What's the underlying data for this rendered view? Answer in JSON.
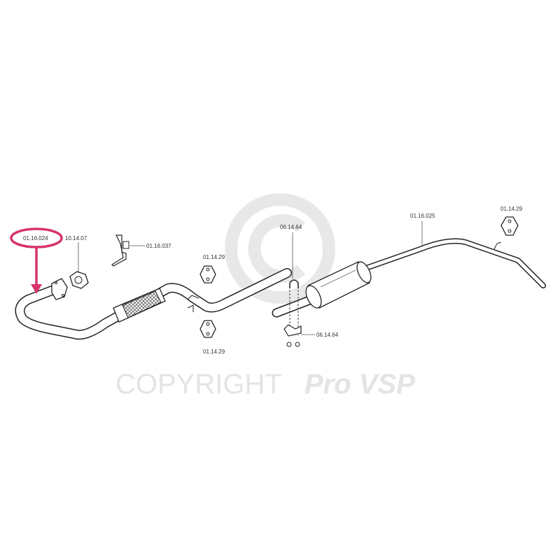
{
  "watermark": {
    "copyright_text": "COPYRIGHT",
    "brand_text": "Pro VSP"
  },
  "parts": {
    "front_pipe": "01.16.024",
    "gasket": "10.14.07",
    "bracket": "01.16.037",
    "hanger_upper_mid": "01.14.29",
    "hanger_lower_mid": "01.14.29",
    "clamp_u_bolt": "06.14.64",
    "clamp_saddle": "06.14.64",
    "rear_section": "01.16.025",
    "hanger_rear": "01.14.29"
  },
  "highlight_color": "#d6336c"
}
